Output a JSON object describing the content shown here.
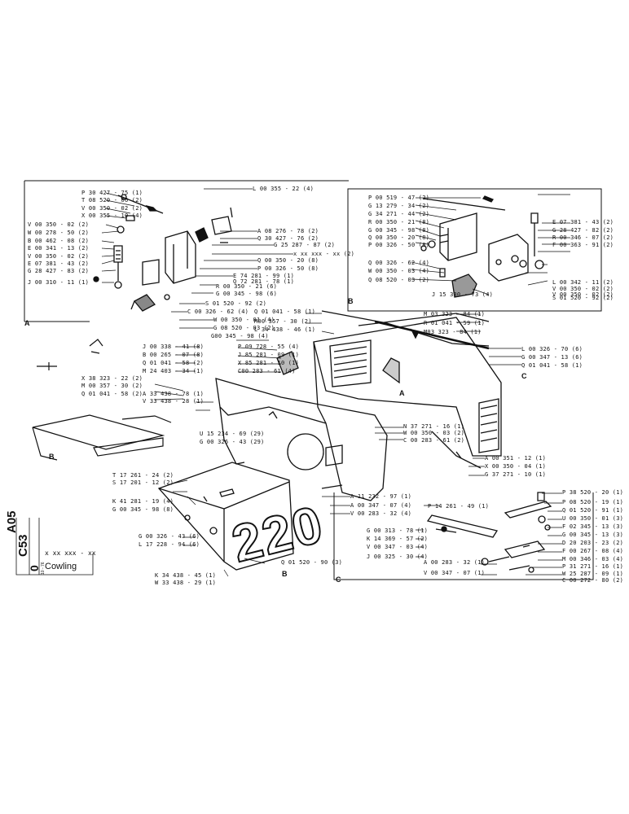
{
  "document": {
    "code_a05": "A05",
    "code_c53": "C53",
    "code_0": "0",
    "code_small": "10 - 76",
    "ref": "x xx xxx - xx",
    "title": "Cowling",
    "model_number": "220"
  },
  "section_letters": [
    "A",
    "B",
    "C",
    "A",
    "B",
    "C",
    "C"
  ],
  "callouts": {
    "panel_a": [
      "P 30 427 - 75 (1)",
      "T 08 520 - 06 (2)",
      "V 00 350 - 02 (2)",
      "X 00 355 - 10 (4)",
      "V 00 350 - 02 (2)",
      "W 00 278 - 50 (2)",
      "B 00 462 - 08 (2)",
      "E 00 341 - 13 (2)",
      "V 00 350 - 02 (2)",
      "E 07 381 - 43 (2)",
      "G 28 427 - 83 (2)",
      "J 00 310 - 11 (1)",
      "L 00 355 - 22 (4)",
      "A 08 276 - 78 (2)",
      "Q 30 427 - 76 (2)",
      "G 25 287 - 87 (2)",
      "x xx xxx - xx (2)",
      "Q 00 350 - 20 (8)",
      "P 00 326 - 50 (8)",
      "E 74 281 - 99 (1)",
      "Q 72 281 - 78 (1)",
      "R 00 350 - 21 (6)",
      "G 00 345 - 98 (6)",
      "S 01 520 - 92 (2)",
      "C 00 326 - 62 (4)",
      "W 00 350 - 01 (4)",
      "G 08 520 - 03 (2)"
    ],
    "panel_b": [
      "P 00 519 - 47 (2)",
      "G 13 279 - 34 (2)",
      "G 34 271 - 44 (2)",
      "R 00 350 - 21 (8)",
      "G 00 345 - 98 (8)",
      "Q 00 350 - 20 (8)",
      "P 00 326 - 50 (8)",
      "Q 00 326 - 62 (4)",
      "W 00 350 - 03 (4)",
      "Q 08 520 - 03 (2)",
      "J 15 330 - 73 (4)",
      "V 00 350 - 02 (2)",
      "E 07 381 - 43 (2)",
      "G 28 427 - 82 (2)",
      "R 00 346 - 07 (2)",
      "F 00 363 - 91 (2)",
      "L 00 342 - 11 (2)",
      "V 00 350 - 02 (2)",
      "S 01 520 - 92 (2)"
    ],
    "main_left": [
      "J 00 338 - 41 (8)",
      "B 00 265 - 07 (8)",
      "Q 01 041 - 58 (2)",
      "M 24 403 - 34 (1)",
      "X 38 323 - 22 (2)",
      "M 00 357 - 30 (2)",
      "Q 01 041 - 58 (2)",
      "A 33 438 - 78 (1)",
      "V 33 438 - 28 (1)",
      "G00 345 - 98 (4)",
      "P 09 728 - 55 (4)",
      "J 85 281 - 09 (1)",
      "X 85 281 - 10 (1)",
      "C00 283 - 61 (4)",
      "U 15 234 - 69 (29)",
      "G 00 326 - 43 (29)",
      "T 17 261 - 24 (2)",
      "S 17 201 - 12 (2)",
      "K 41 281 - 19 (4)",
      "G 00 345 - 98 (8)",
      "G 00 326 - 43 (6)",
      "L 17 228 - 94 (6)",
      "K 34 438 - 45 (1)",
      "W 33 438 - 29 (1)",
      "Q 01 520 - 90 (3)",
      "A 11 232 - 97 (1)",
      "A 00 347 - 07 (4)",
      "V 00 283 - 32 (4)"
    ],
    "main_right": [
      "Q 01 041 - 58 (1)",
      "M00 357 - 30 (2)",
      "L 34 438 - 46 (1)",
      "M 03 323 - 84 (1)",
      "R 01 041 - 59 (1)",
      "M03 323 - 84 (1)",
      "L 00 326 - 70 (6)",
      "G 00 347 - 13 (6)",
      "Q 01 041 - 58 (1)",
      "N 37 271 - 16 (1)",
      "W 00 350 - 03 (2)",
      "C 00 283 - 61 (2)",
      "A 00 351 - 12 (1)",
      "X 00 350 - 04 (1)",
      "G 37 271 - 10 (1)"
    ],
    "panel_c": [
      "P 14 261 - 49 (1)",
      "G 00 313 - 78 (1)",
      "K 14 369 - 57 (2)",
      "V 00 347 - 03 (4)",
      "J 00 325 - 30 (4)",
      "A 00 283 - 32 (1)",
      "V 00 347 - 07 (1)",
      "P 38 520 - 20 (1)",
      "P 08 520 - 19 (1)",
      "Q 01 520 - 91 (1)",
      "U 00 350 - 01 (3)",
      "F 02 345 - 13 (3)",
      "G 00 345 - 13 (3)",
      "D 20 203 - 23 (2)",
      "F 00 267 - 08 (4)",
      "M 00 346 - 03 (4)",
      "P 31 271 - 16 (1)",
      "W 25 287 - 09 (1)",
      "C 00 272 - 80 (2)"
    ]
  }
}
